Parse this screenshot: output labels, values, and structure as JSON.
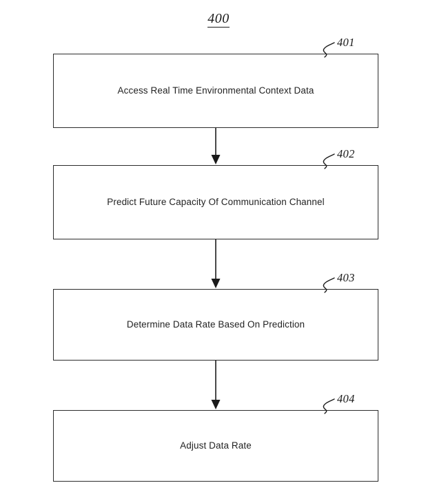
{
  "figure": {
    "number": "400"
  },
  "flowchart": {
    "type": "process-flow",
    "orientation": "vertical",
    "steps": [
      {
        "ref": "401",
        "label": "Access Real Time Environmental Context Data"
      },
      {
        "ref": "402",
        "label": "Predict Future Capacity Of Communication Channel"
      },
      {
        "ref": "403",
        "label": "Determine Data Rate Based On Prediction"
      },
      {
        "ref": "404",
        "label": "Adjust Data Rate"
      }
    ],
    "connectors": [
      {
        "from": "401",
        "to": "402",
        "arrow": "down"
      },
      {
        "from": "402",
        "to": "403",
        "arrow": "down"
      },
      {
        "from": "403",
        "to": "404",
        "arrow": "down"
      }
    ],
    "colors": {
      "background": "#ffffff",
      "box_border": "#2b2b2b",
      "text": "#232323",
      "reference_text": "#1a1a1a",
      "connector": "#1a1a1a"
    }
  }
}
